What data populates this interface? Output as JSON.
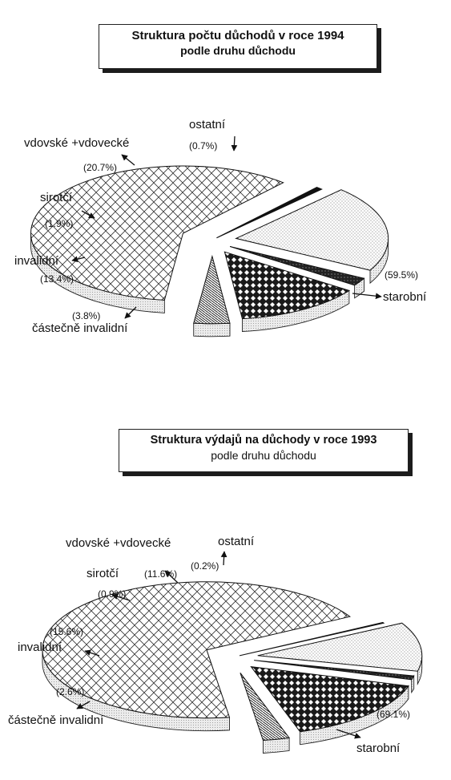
{
  "chart_data": [
    {
      "type": "pie",
      "title": "Struktura počtu důchodů v roce 1994",
      "subtitle": "podle druhu důchodu",
      "slices": [
        {
          "label": "starobní",
          "value": 59.5,
          "pct": "(59.5%)",
          "pattern": "cross"
        },
        {
          "label": "ostatní",
          "value": 0.7,
          "pct": "(0.7%)",
          "pattern": "solid"
        },
        {
          "label": "vdovské +vdovecké",
          "value": 20.7,
          "pct": "(20.7%)",
          "pattern": "dots"
        },
        {
          "label": "sirotčí",
          "value": 1.9,
          "pct": "(1.9%)",
          "pattern": "dark"
        },
        {
          "label": "invalidní",
          "value": 13.4,
          "pct": "(13.4%)",
          "pattern": "diamond"
        },
        {
          "label": "částečně invalidní",
          "value": 3.8,
          "pct": "(3.8%)",
          "pattern": "brick"
        }
      ]
    },
    {
      "type": "pie",
      "title": "Struktura výdajů na důchody v roce 1993",
      "subtitle": "podle druhu důchodu",
      "slices": [
        {
          "label": "starobní",
          "value": 69.1,
          "pct": "(69.1%)",
          "pattern": "cross"
        },
        {
          "label": "ostatní",
          "value": 0.2,
          "pct": "(0.2%)",
          "pattern": "solid"
        },
        {
          "label": "vdovské +vdovecké",
          "value": 11.6,
          "pct": "(11.6%)",
          "pattern": "dots"
        },
        {
          "label": "sirotčí",
          "value": 0.9,
          "pct": "(0.9%)",
          "pattern": "dark"
        },
        {
          "label": "invalidní",
          "value": 15.6,
          "pct": "(15.6%)",
          "pattern": "diamond"
        },
        {
          "label": "částečně invalidní",
          "value": 2.6,
          "pct": "(2.6%)",
          "pattern": "brick"
        }
      ]
    }
  ]
}
